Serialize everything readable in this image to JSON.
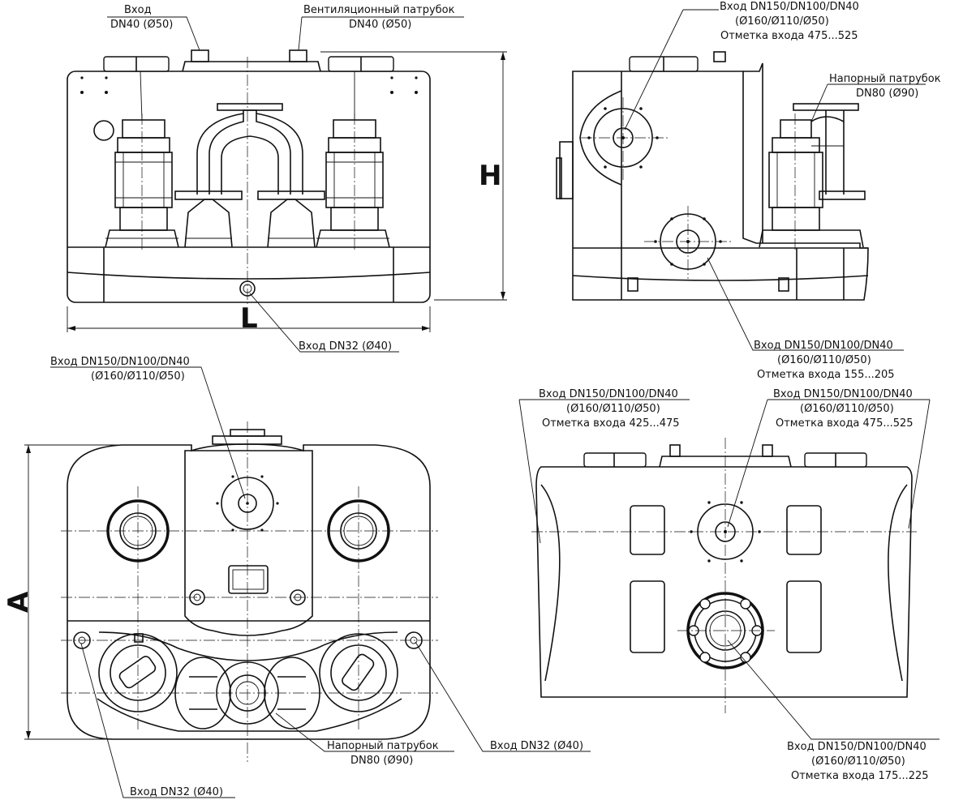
{
  "dimensions": {
    "h": "H",
    "l": "L",
    "a": "A"
  },
  "front_view": {
    "inlet_top": {
      "line1": "Вход",
      "line2": "DN40 (Ø50)"
    },
    "vent": {
      "line1": "Вентиляционный патрубок",
      "line2": "DN40 (Ø50)"
    },
    "inlet_bottom": "Вход DN32 (Ø40)"
  },
  "side_view": {
    "inlet_upper": {
      "line1": "Вход DN150/DN100/DN40",
      "line2": "(Ø160/Ø110/Ø50)",
      "line3": "Отметка входа 475...525"
    },
    "pressure": {
      "line1": "Напорный патрубок",
      "line2": "DN80 (Ø90)"
    },
    "inlet_lower": {
      "line1": "Вход DN150/DN100/DN40",
      "line2": "(Ø160/Ø110/Ø50)",
      "line3": "Отметка входа 155...205"
    }
  },
  "top_view": {
    "inlet": {
      "line1": "Вход DN150/DN100/DN40",
      "line2": "(Ø160/Ø110/Ø50)"
    },
    "pressure": {
      "line1": "Напорный патрубок",
      "line2": "DN80 (Ø90)"
    },
    "inlet_right": "Вход DN32 (Ø40)",
    "inlet_left": "Вход DN32 (Ø40)"
  },
  "rear_view": {
    "inlet_left": {
      "line1": "Вход DN150/DN100/DN40",
      "line2": "(Ø160/Ø110/Ø50)",
      "line3": "Отметка входа 425...475"
    },
    "inlet_right": {
      "line1": "Вход DN150/DN100/DN40",
      "line2": "(Ø160/Ø110/Ø50)",
      "line3": "Отметка входа 475...525"
    },
    "inlet_bottom": {
      "line1": "Вход DN150/DN100/DN40",
      "line2": "(Ø160/Ø110/Ø50)",
      "line3": "Отметка входа 175...225"
    }
  }
}
